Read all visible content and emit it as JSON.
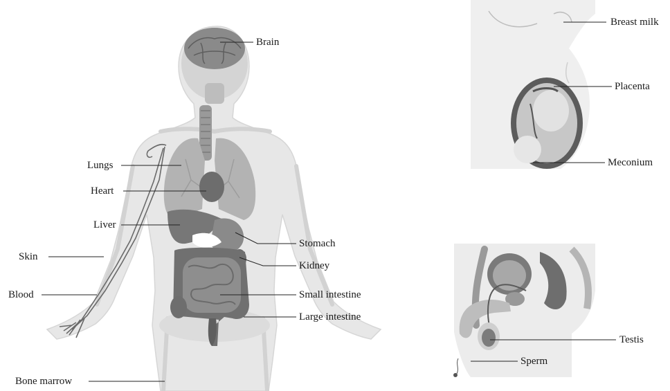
{
  "labels": {
    "brain": "Brain",
    "lungs": "Lungs",
    "heart": "Heart",
    "liver": "Liver",
    "skin": "Skin",
    "blood": "Blood",
    "stomach": "Stomach",
    "kidney": "Kidney",
    "small_intestine": "Small intestine",
    "large_intestine": "Large intestine",
    "bone_marrow": "Bone marrow",
    "breast_milk": "Breast milk",
    "placenta": "Placenta",
    "meconium": "Meconium",
    "testis": "Testis",
    "sperm": "Sperm"
  },
  "colors": {
    "body_silhouette": "#e6e6e6",
    "organ_dark": "#6f6f6f",
    "organ_mid": "#8c8c8c",
    "organ_light": "#b5b5b5",
    "leader_line": "#222222"
  }
}
